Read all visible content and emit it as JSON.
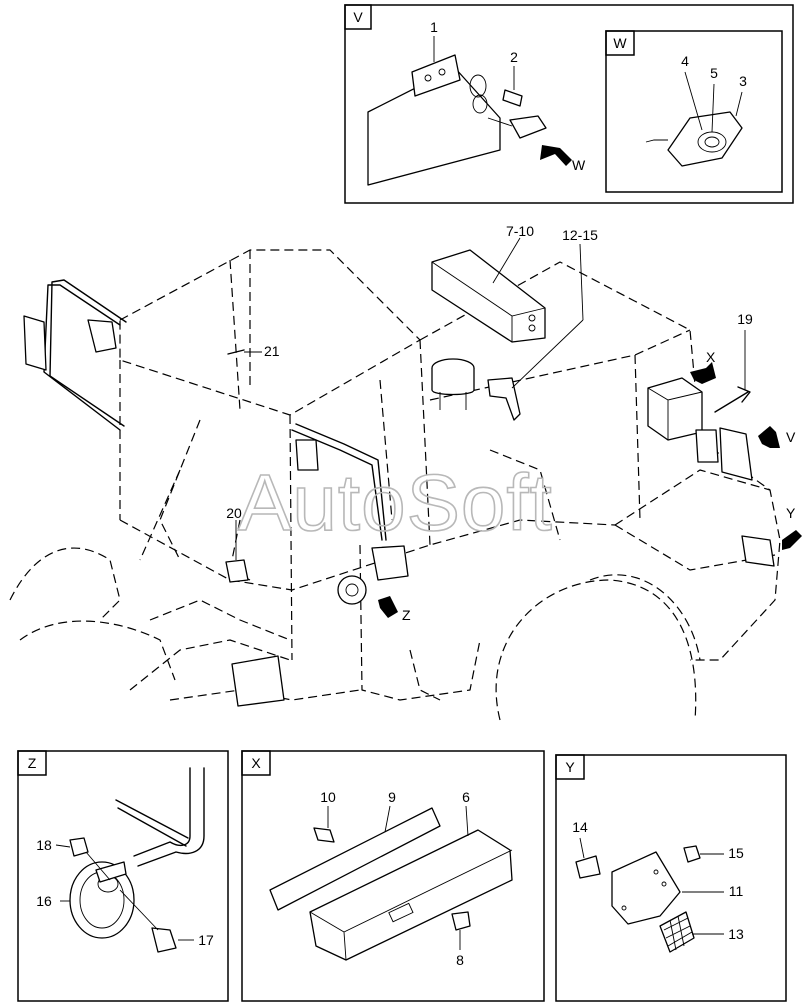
{
  "watermark": "AutoSoft",
  "detail_tags": {
    "v": "V",
    "w": "W",
    "z": "Z",
    "x": "X",
    "y": "Y"
  },
  "callouts": {
    "p1": "1",
    "p2": "2",
    "p3": "3",
    "p4": "4",
    "p5": "5",
    "p6": "6",
    "p7_10": "7-10",
    "p8": "8",
    "p9": "9",
    "p10": "10",
    "p11": "11",
    "p12_15": "12-15",
    "p13": "13",
    "p14": "14",
    "p15": "15",
    "p16": "16",
    "p17": "17",
    "p18": "18",
    "p19": "19",
    "p20": "20",
    "p21": "21"
  },
  "arrow_labels": {
    "w": "W",
    "x": "X",
    "v": "V",
    "y": "Y",
    "z": "Z"
  }
}
